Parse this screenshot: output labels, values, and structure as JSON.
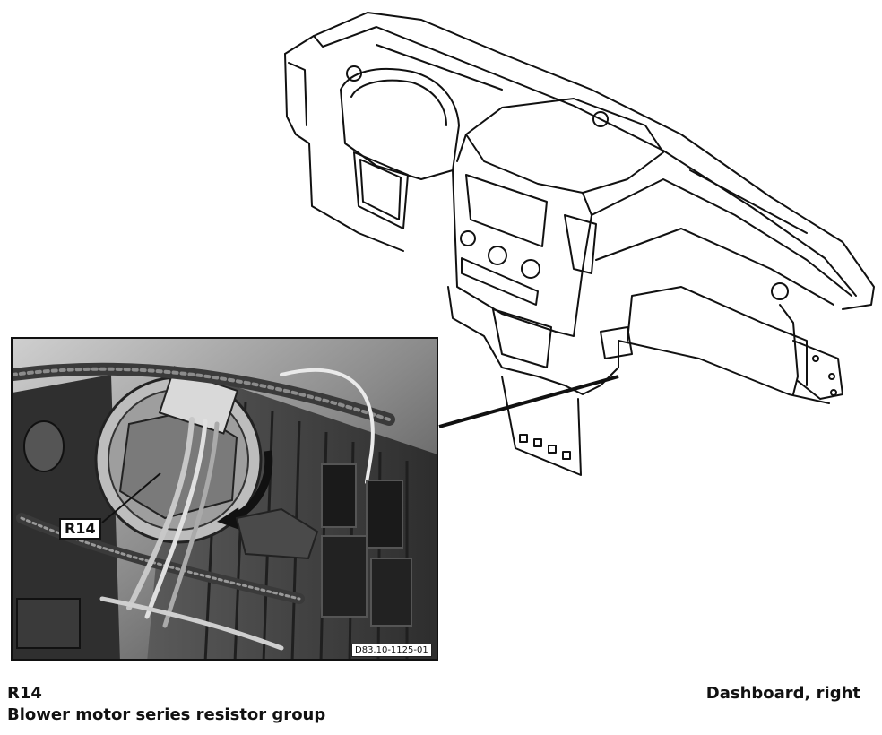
{
  "figure": {
    "callout_label": "R14",
    "figure_code": "D83.10-1125-01"
  },
  "caption": {
    "component_id": "R14",
    "component_name": "Blower motor series resistor group",
    "location": "Dashboard, right"
  }
}
